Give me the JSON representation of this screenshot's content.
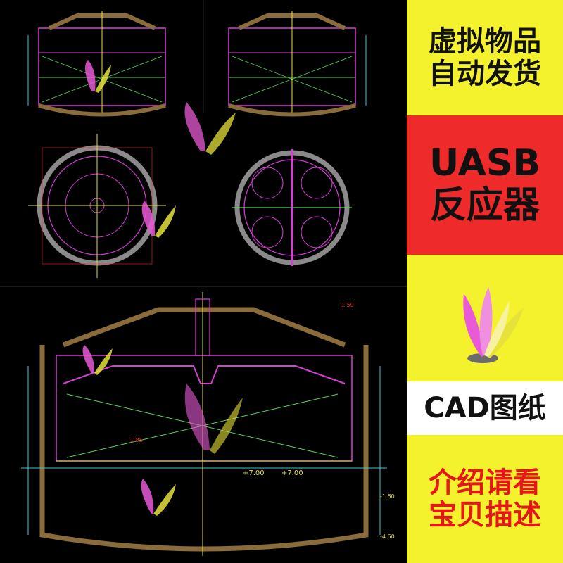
{
  "banner": {
    "line1": "虚拟物品",
    "line2": "自动发货",
    "product_line1": "UASB",
    "product_line2": "反应器",
    "format_label": "CAD图纸",
    "note_line1": "介绍请看",
    "note_line2": "宝贝描述"
  },
  "drawing_labels": {
    "elev_a": "+7.00",
    "elev_b": "+7.00",
    "elev_c": "-1.60",
    "elev_d": "-4.60",
    "elev_e": "1.50",
    "elev_f": "1.85"
  },
  "colors": {
    "yellow": "#f3f22d",
    "red": "#ef2a2a",
    "white": "#ffffff",
    "magenta": "#d43fd4",
    "green": "#5fd35f",
    "cyan": "#39c9d6",
    "cad_yellow": "#e6e23a"
  }
}
